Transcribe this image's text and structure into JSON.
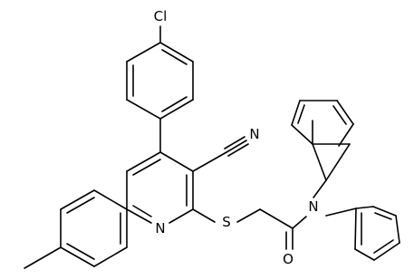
{
  "atoms": {
    "chlorine": "Cl",
    "nitrile_nitrogen": "N",
    "pyridine_nitrogen": "N",
    "sulfur": "S",
    "amide_nitrogen": "N",
    "carbonyl_oxygen": "O"
  },
  "colors": {
    "bond": "#000000",
    "label": "#000000",
    "background": "#ffffff"
  }
}
